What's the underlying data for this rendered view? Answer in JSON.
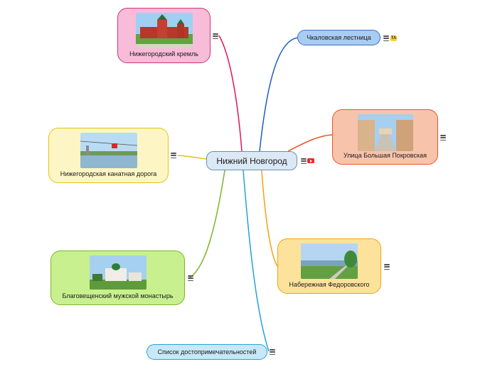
{
  "center": {
    "label": "Нижний Новгород"
  },
  "nodes": {
    "kremlin": {
      "label": "Нижегородский кремль"
    },
    "stairs": {
      "label": "Чкаловская лестница"
    },
    "cable": {
      "label": "Нижегородская канатная дорога"
    },
    "pokrovka": {
      "label": "Улица Большая Покровская"
    },
    "monastery": {
      "label": "Благовещенский мужской монастырь"
    },
    "embankment": {
      "label": "Набережная Федоровского"
    },
    "list": {
      "label": "Список достопримечательностей"
    }
  },
  "colors": {
    "kremlin": "#e0145c",
    "stairs": "#1f5fbf",
    "pokrovka": "#e8552a",
    "cable": "#e2c21a",
    "embankment": "#f0a315",
    "monastery": "#7ab52a",
    "list": "#27a0dc"
  },
  "icons": [
    "note-icon",
    "youtube-icon",
    "tripadvisor-icon"
  ]
}
